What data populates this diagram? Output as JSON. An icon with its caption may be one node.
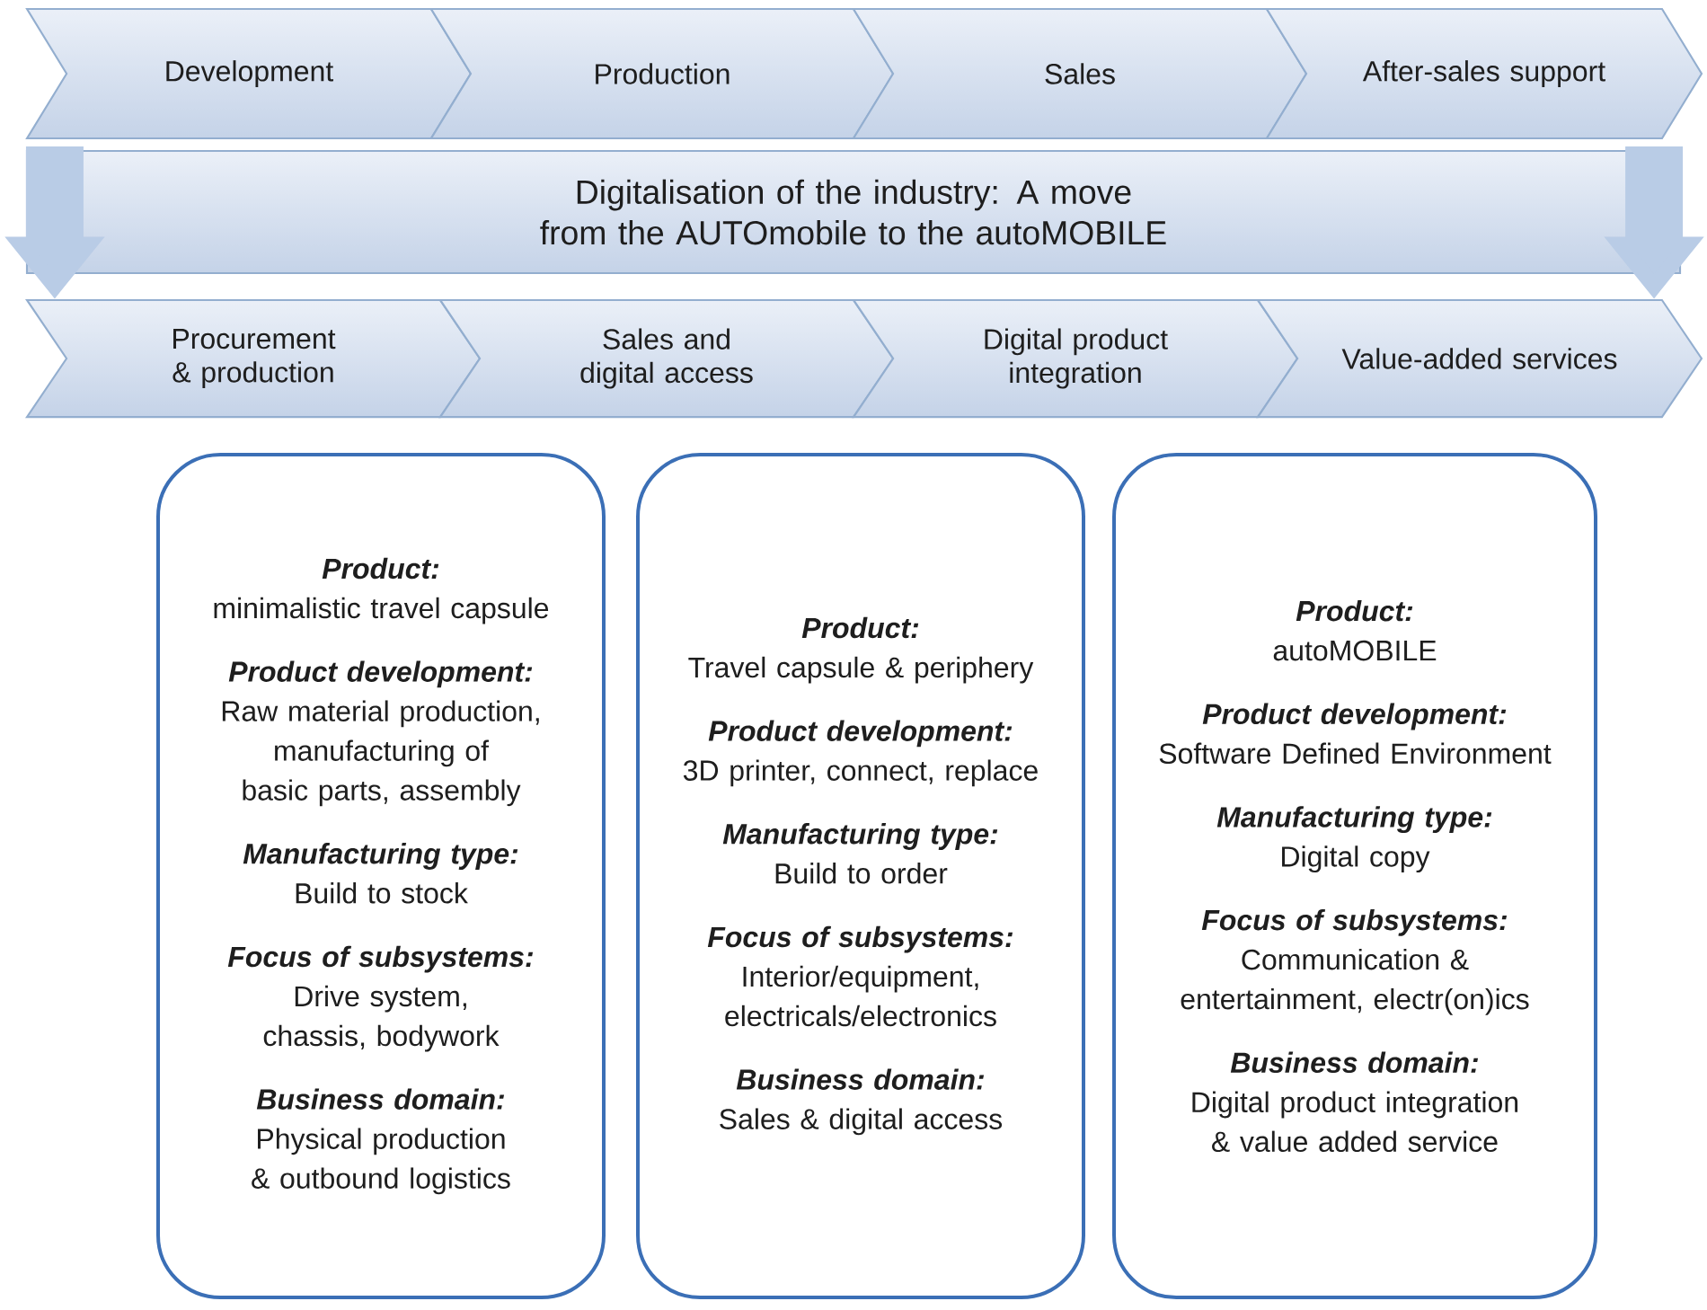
{
  "diagram": {
    "nodes": [
      {
        "text": [
          "Development"
        ]
      },
      {
        "text": [
          "Production"
        ]
      },
      {
        "text": [
          "Sales"
        ]
      },
      {
        "text": [
          "After-sales support"
        ]
      },
      {
        "text": [
          "Digitalisation of the industry: A move from the AUTOmobile to the autoMOBILE"
        ]
      },
      {
        "text": [
          "Procurement & production"
        ]
      },
      {
        "text": [
          "Sales and digital access"
        ]
      },
      {
        "text": [
          "Digital product integration"
        ]
      },
      {
        "text": [
          "Value-added services"
        ]
      },
      {
        "text": [
          "Product:",
          "minimalistic travel capsule",
          "Product development:",
          "Raw material production, manufacturing of basic parts, assembly",
          "Manufacturing type:",
          "Build to stock",
          "Focus of subsystems:",
          "Drive system, chassis, bodywork",
          "Business domain:",
          "Physical production & outbound logistics"
        ]
      },
      {
        "text": [
          "Product:",
          "Travel capsule & periphery",
          "Product development:",
          "3D printer, connect, replace",
          "Manufacturing type:",
          "Build to order",
          "Focus of subsystems:",
          "Interior/equipment, electricals/electronics",
          "Business domain:",
          "Sales & digital access"
        ]
      },
      {
        "text": [
          "Product:",
          "autoMOBILE",
          "Product development:",
          "Software Defined Environment",
          "Manufacturing type:",
          "Digital copy",
          "Focus of subsystems:",
          "Communication & entertainment, electr(on)ics",
          "Business domain:",
          "Digital product integration & value added service"
        ]
      }
    ],
    "edges": [
      {
        "from": 4,
        "to": 5,
        "arrow": "to"
      },
      {
        "from": 4,
        "to": 8,
        "arrow": "to"
      }
    ]
  }
}
